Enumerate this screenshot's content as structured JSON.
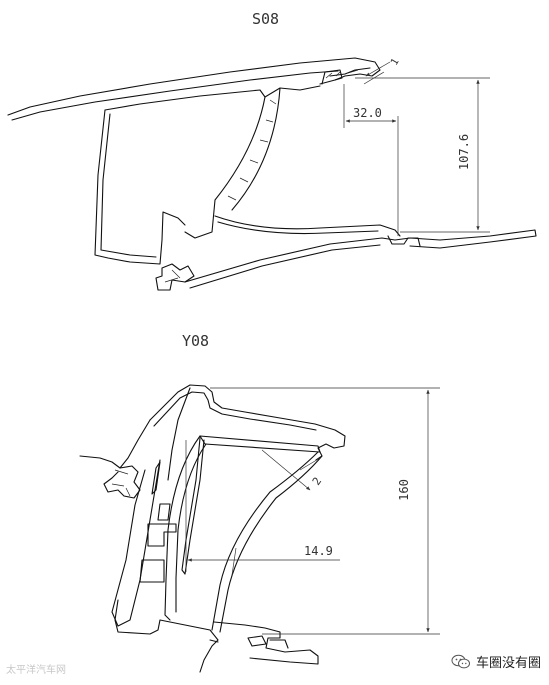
{
  "top_section": {
    "title": "S08",
    "dim_horizontal": "32.0",
    "dim_vertical": "107.6",
    "dim_small": "1"
  },
  "bottom_section": {
    "title": "Y08",
    "dim_vertical": "160",
    "dim_horizontal": "14.9",
    "dim_small": "2"
  },
  "watermark": {
    "left": "太平洋汽车网",
    "right": "车圈没有圈"
  },
  "colors": {
    "line": "#111111",
    "watermark": "#c8c8c8"
  },
  "icons": [
    "arrowhead-icon",
    "wechat-icon"
  ]
}
